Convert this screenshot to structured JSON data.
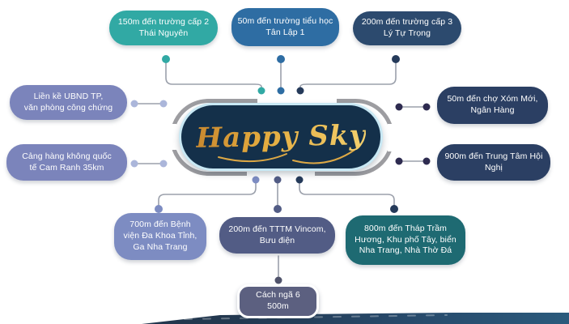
{
  "brand": {
    "logo_text": "Happy Sky"
  },
  "palette": {
    "teal": "#31a9a4",
    "steel_blue": "#2e6da3",
    "navy": "#2c4a6e",
    "navy_dot": "#253a5a",
    "periwinkle": "#7b84bb",
    "periwinkle_blue": "#7d8cc2",
    "slate": "#525c85",
    "dark_teal": "#1e6a72",
    "right_navy": "#2b3f63",
    "indigo_dot": "#2e2b50",
    "light_periwinkle": "#abb6da",
    "footer_slate": "#5c6080",
    "footer_dot": "#50536b",
    "line_gray": "#9ba0ab",
    "frame_gray": "#9d9da1",
    "pill_navy": "#14304a",
    "pill_ring": "#c8e8f4",
    "logo_gold": "#e8b84b",
    "road_navy": "#20334c",
    "road_blue": "#2b5a7c"
  },
  "nodes": {
    "top": [
      {
        "label": "150m đến trường cấp 2\nThái Nguyên",
        "color": "#31a9a4"
      },
      {
        "label": "50m đến trường tiểu học\nTân Lập 1",
        "color": "#2e6da3"
      },
      {
        "label": "200m đến trường cấp 3\nLý Tự Trọng",
        "color": "#2c4a6e"
      }
    ],
    "left": [
      {
        "label": "Liền kề UBND TP,\nvăn phòng công chứng",
        "color": "#7b84bb"
      },
      {
        "label": "Cảng hàng không quốc\ntế Cam Ranh 35km",
        "color": "#7b84bb"
      }
    ],
    "right": [
      {
        "label": "50m đến chợ Xóm Mới,\nNgân Hàng",
        "color": "#2b3f63"
      },
      {
        "label": "900m đến Trung Tâm Hội\nNghị",
        "color": "#2b3f63"
      }
    ],
    "bottom": [
      {
        "label": "700m đến Bệnh\nviện Đa Khoa Tỉnh,\nGa Nha Trang",
        "color": "#7d8cc2"
      },
      {
        "label": "200m đến TTTM Vincom,\nBưu điện",
        "color": "#525c85"
      },
      {
        "label": "800m đến Tháp Trầm\nHương, Khu phố Tây, biển\nNha Trang, Nhà Thờ Đá",
        "color": "#1e6a72"
      }
    ],
    "footer": {
      "label": "Cách ngã 6\n500m",
      "color": "#5c6080"
    }
  }
}
